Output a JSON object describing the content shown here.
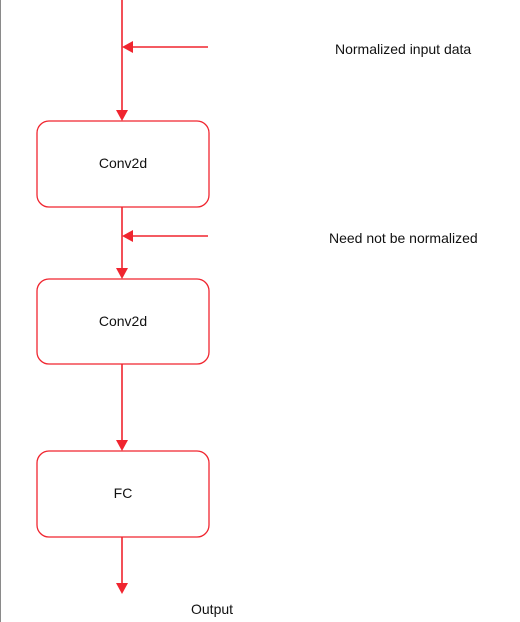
{
  "nodes": {
    "conv1": "Conv2d",
    "conv2": "Conv2d",
    "fc": "FC"
  },
  "annotations": {
    "input_note": "Normalized input data",
    "intermediate_note": "Need not be normalized",
    "output_label": "Output"
  },
  "colors": {
    "accent": "#f0252f",
    "text": "#111111",
    "border": "#8a8a8a"
  }
}
